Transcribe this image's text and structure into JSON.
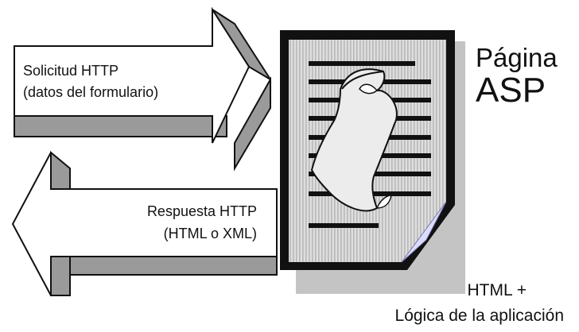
{
  "diagram": {
    "request_arrow": {
      "line1": "Solicitud HTTP",
      "line2": "(datos del formulario)"
    },
    "response_arrow": {
      "line1": "Respuesta HTTP",
      "line2": "(HTML o XML)"
    },
    "page_label": {
      "line1": "Página",
      "line2": "ASP"
    },
    "bottom_label": {
      "line1": "HTML +",
      "line2": "Lógica de la aplicación"
    },
    "colors": {
      "arrow_face": "#ffffff",
      "arrow_shadow": "#9a9a9a",
      "arrow_outline": "#111111",
      "page_fill": "#dedede",
      "page_stripes": "#b8b8b8",
      "page_shadow": "#c4c4c4",
      "page_border": "#111111",
      "document_lines": "#111111",
      "scroll_fill": "#ececec"
    },
    "icons": [
      "asp-page-icon",
      "scroll-icon"
    ]
  }
}
